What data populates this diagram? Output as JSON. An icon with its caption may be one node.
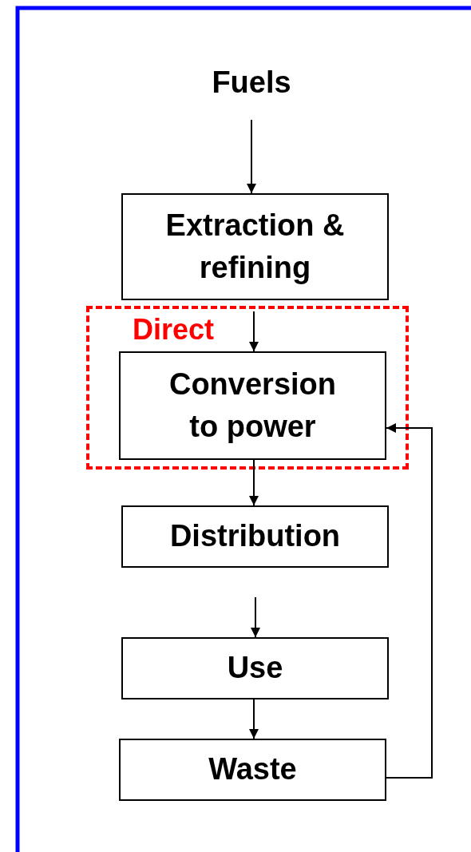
{
  "diagram": {
    "nodes": [
      {
        "text": [
          "Fuels"
        ]
      },
      {
        "text": [
          "Extraction & refining"
        ]
      },
      {
        "text": [
          "Direct"
        ]
      },
      {
        "text": [
          "Conversion to power"
        ],
        "in": 2
      },
      {
        "text": [
          "Distribution"
        ]
      },
      {
        "text": [
          "Use"
        ]
      },
      {
        "text": [
          "Waste"
        ]
      }
    ],
    "edges": [
      {
        "from": 0,
        "to": 1,
        "arrow": "to"
      },
      {
        "from": 1,
        "to": 3,
        "arrow": "to"
      },
      {
        "from": 3,
        "to": 4,
        "arrow": "to"
      },
      {
        "from": 4,
        "to": 5,
        "arrow": "to"
      },
      {
        "from": 5,
        "to": 6,
        "arrow": "to"
      },
      {
        "from": 6,
        "to": 3,
        "arrow": "to"
      }
    ]
  }
}
